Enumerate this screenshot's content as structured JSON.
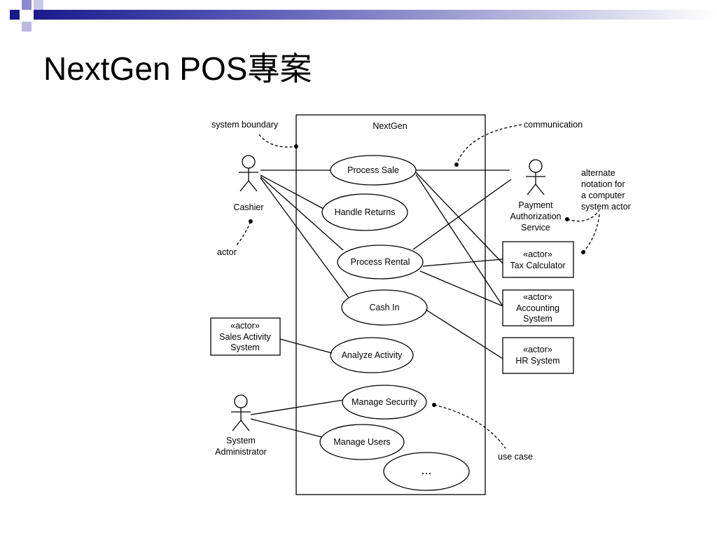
{
  "slide": {
    "title": "NextGen POS專案"
  },
  "colors": {
    "header_dark": "#1a1a8c",
    "header_mid": "#6a6ac0",
    "header_light": "#b8b8e0",
    "ink": "#000000"
  },
  "diagram": {
    "system_name": "NextGen",
    "actors": {
      "cashier": "Cashier",
      "payment_line1": "Payment",
      "payment_line2": "Authorization",
      "payment_line3": "Service",
      "sysadmin_line1": "System",
      "sysadmin_line2": "Administrator"
    },
    "stereotype": "«actor»",
    "actor_boxes": {
      "tax": "Tax Calculator",
      "accounting_line1": "Accounting",
      "accounting_line2": "System",
      "hr": "HR System",
      "sales_line1": "Sales Activity",
      "sales_line2": "System"
    },
    "use_cases": {
      "process_sale": "Process Sale",
      "handle_returns": "Handle Returns",
      "process_rental": "Process Rental",
      "cash_in": "Cash In",
      "analyze_activity": "Analyze Activity",
      "manage_security": "Manage Security",
      "manage_users": "Manage Users",
      "more": "..."
    },
    "annotations": {
      "system_boundary": "system boundary",
      "communication": "communication",
      "actor": "actor",
      "use_case": "use case",
      "alt_line1": "alternate",
      "alt_line2": "notation for",
      "alt_line3": "a computer",
      "alt_line4": "system actor"
    }
  }
}
